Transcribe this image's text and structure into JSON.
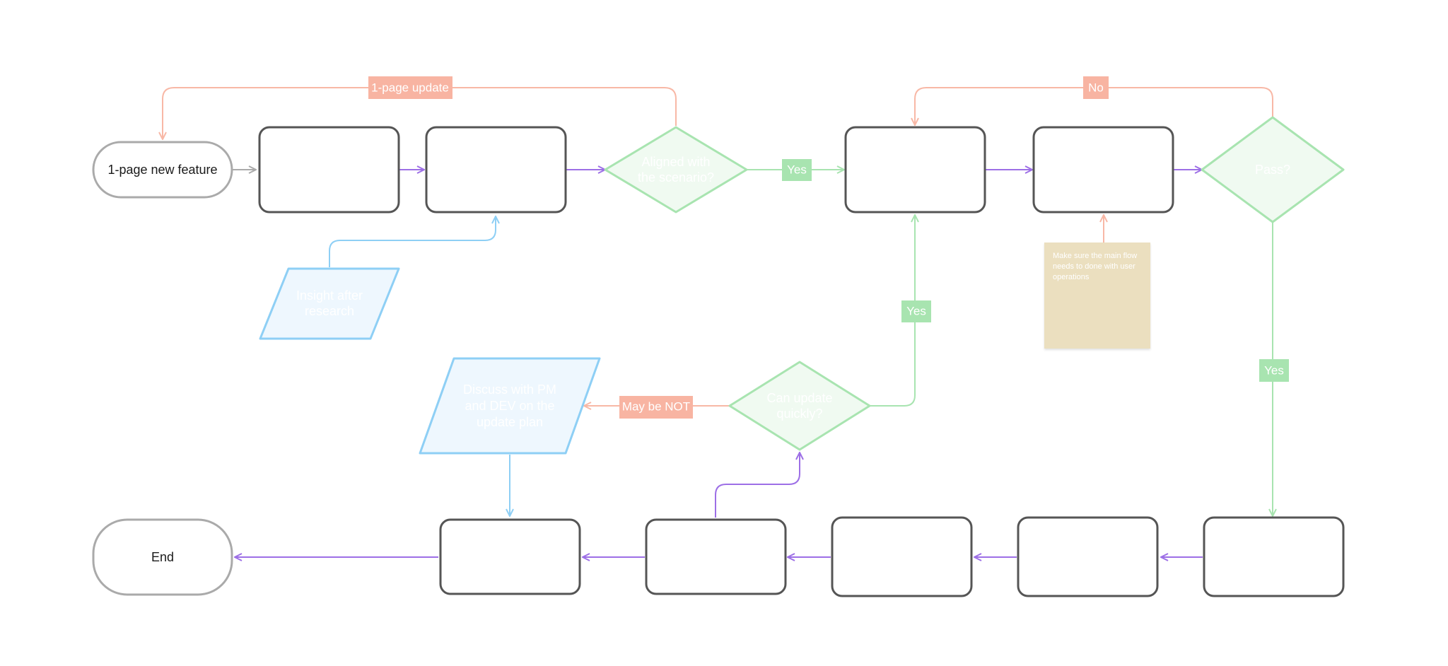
{
  "colors": {
    "process_stroke": "#555555",
    "terminal_stroke": "#aaaaaa",
    "decision_stroke": "#a8e4b0",
    "decision_fill": "#f0faf1",
    "io_stroke": "#8ecff5",
    "io_fill": "#eef7fe",
    "flow_arrow": "#9d6fe6",
    "yes_arrow": "#a8e4b0",
    "no_arrow": "#f8b8a6",
    "io_arrow": "#8ecff5",
    "badge_green": "#a8e4b0",
    "badge_orange": "#f8b4a2",
    "note_bg": "#ebdfbf"
  },
  "nodes": {
    "start": "1-page new feature",
    "end": "End",
    "insight": [
      "Insight after",
      "research"
    ],
    "aligned": [
      "Aligned with",
      "the scenario?"
    ],
    "pass": "Pass?",
    "can_update": [
      "Can update",
      "quickly?"
    ],
    "discuss": [
      "Discuss with PM",
      "and DEV on the",
      "update plan"
    ]
  },
  "labels": {
    "one_page_update": "1-page update",
    "yes_aligned": "Yes",
    "no_pass": "No",
    "yes_pass": "Yes",
    "yes_update": "Yes",
    "maybe_not": "May be NOT"
  },
  "note": {
    "text": "Make sure the main flow needs to done with user operations"
  }
}
